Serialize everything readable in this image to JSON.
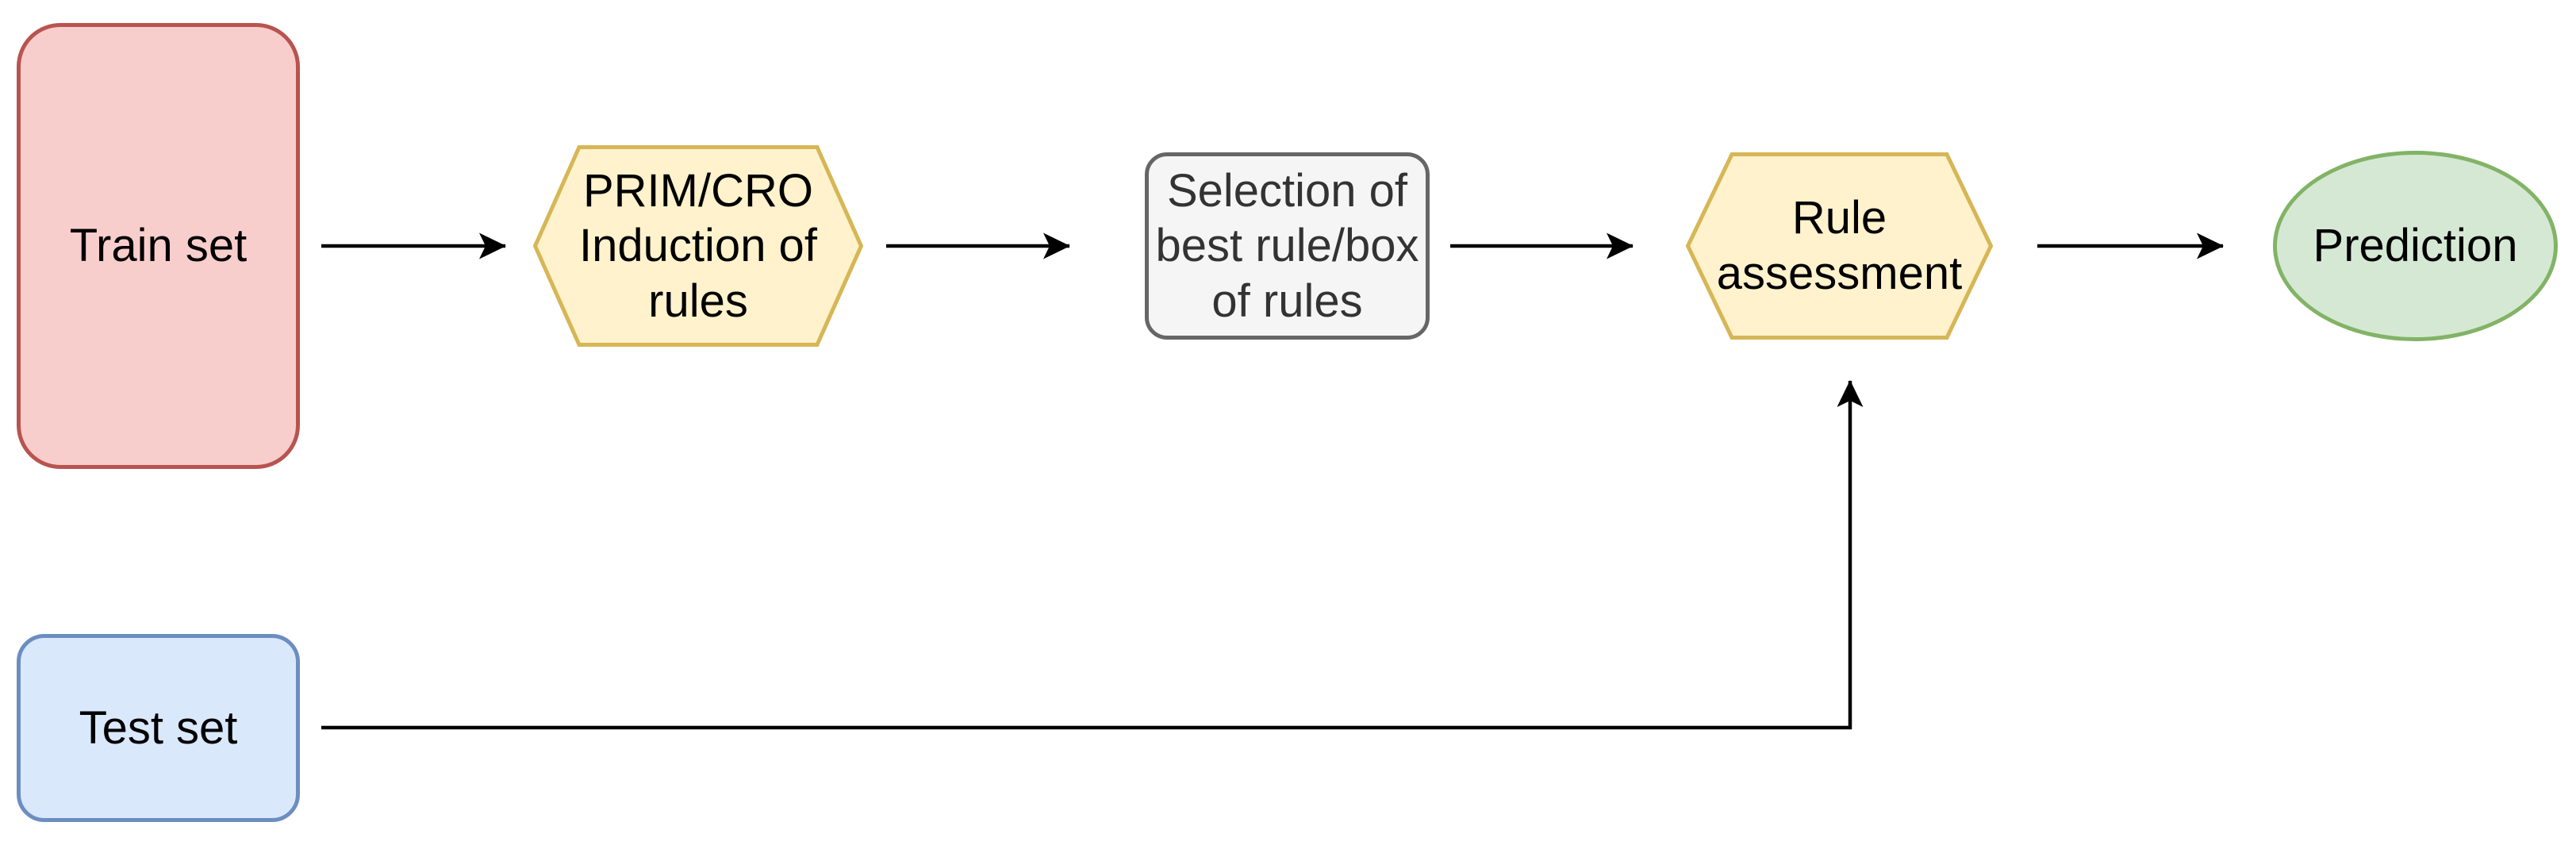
{
  "diagram": {
    "type": "flowchart",
    "background": "#FFFFFF",
    "nodes": {
      "train_set": {
        "label": "Train set",
        "shape": "rounded-rectangle",
        "fill": "#F8CECC",
        "border": "#B85450",
        "text_color": "#000000"
      },
      "induction": {
        "label": "PRIM/CRO\nInduction of\nrules",
        "shape": "hexagon",
        "fill": "#FFF2CC",
        "border": "#D6B656",
        "text_color": "#000000"
      },
      "selection": {
        "label": "Selection of\nbest rule/box\nof rules",
        "shape": "rounded-rectangle",
        "fill": "#F5F5F5",
        "border": "#666666",
        "text_color": "#333333"
      },
      "assessment": {
        "label": "Rule\nassessment",
        "shape": "hexagon",
        "fill": "#FFF2CC",
        "border": "#D6B656",
        "text_color": "#000000"
      },
      "prediction": {
        "label": "Prediction",
        "shape": "ellipse",
        "fill": "#D5E8D4",
        "border": "#82B366",
        "text_color": "#000000"
      },
      "test_set": {
        "label": "Test set",
        "shape": "rounded-rectangle",
        "fill": "#DAE8FC",
        "border": "#6C8EBF",
        "text_color": "#000000"
      }
    },
    "edges": [
      {
        "from": "train_set",
        "to": "induction",
        "style": "straight-arrow",
        "color": "#000000"
      },
      {
        "from": "induction",
        "to": "selection",
        "style": "straight-arrow",
        "color": "#000000"
      },
      {
        "from": "selection",
        "to": "assessment",
        "style": "straight-arrow",
        "color": "#000000"
      },
      {
        "from": "assessment",
        "to": "prediction",
        "style": "straight-arrow",
        "color": "#000000"
      },
      {
        "from": "test_set",
        "to": "assessment",
        "style": "elbow-arrow-right-then-up",
        "color": "#000000"
      }
    ]
  }
}
